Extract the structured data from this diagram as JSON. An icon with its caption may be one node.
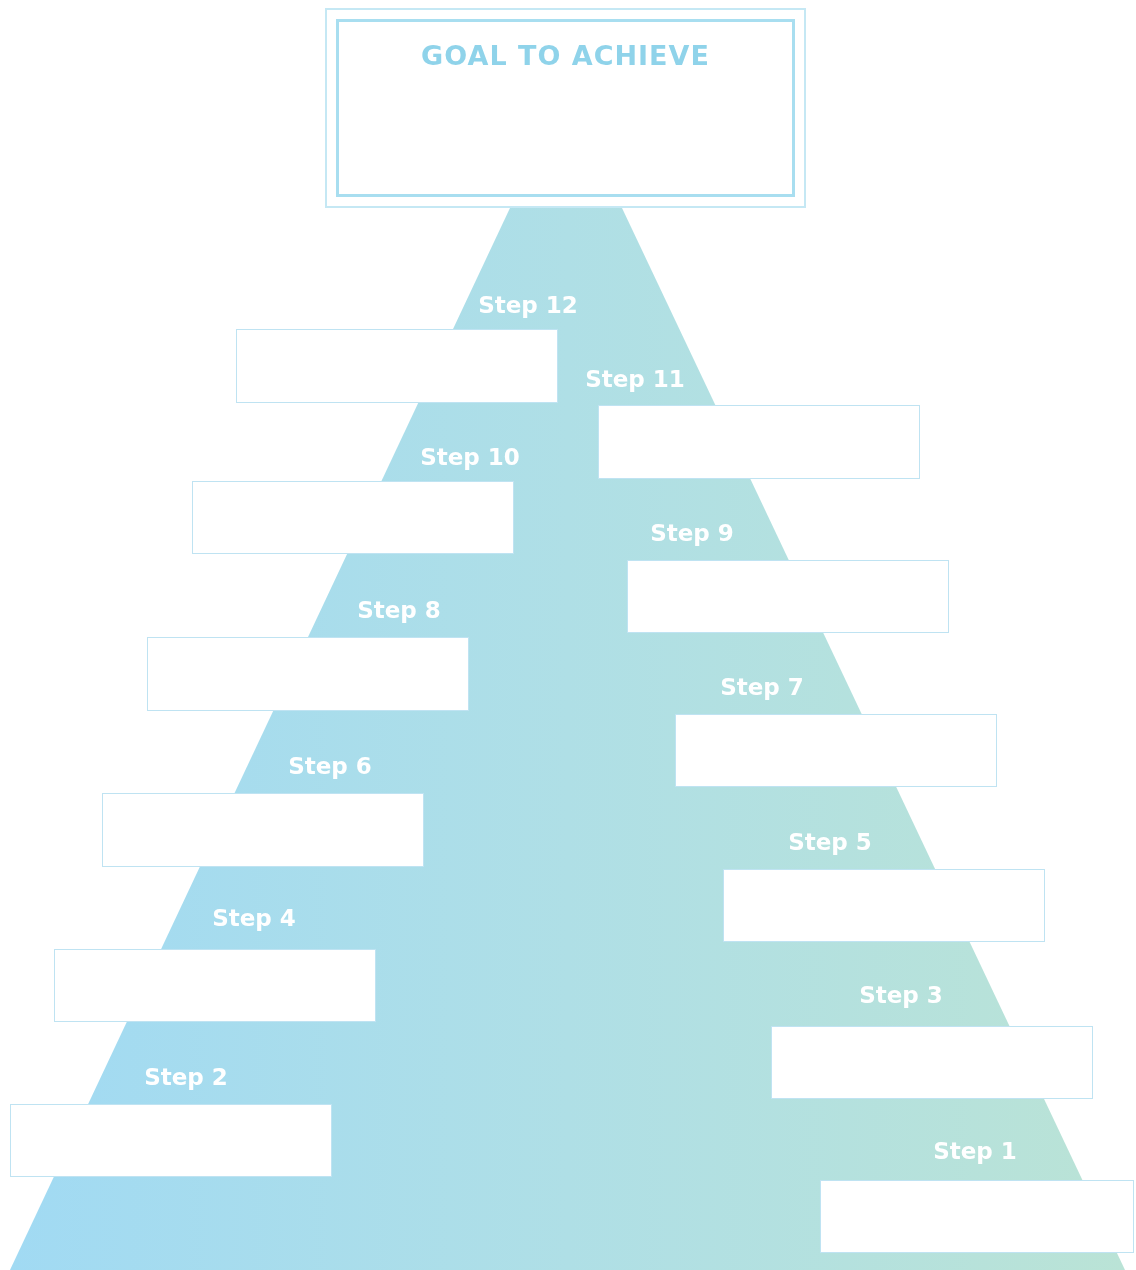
{
  "diagram": {
    "nodes": [
      {
        "text": [
          "GOAL TO ACHIEVE"
        ]
      },
      {
        "text": [],
        "shape": "box",
        "beside": [
          "Step 12"
        ]
      },
      {
        "text": [],
        "shape": "box",
        "beside": [
          "Step 11"
        ]
      },
      {
        "text": [],
        "shape": "box",
        "beside": [
          "Step 10"
        ]
      },
      {
        "text": [],
        "shape": "box",
        "beside": [
          "Step 9"
        ]
      },
      {
        "text": [],
        "shape": "box",
        "beside": [
          "Step 8"
        ]
      },
      {
        "text": [],
        "shape": "box",
        "beside": [
          "Step 7"
        ]
      },
      {
        "text": [],
        "shape": "box",
        "beside": [
          "Step 6"
        ]
      },
      {
        "text": [],
        "shape": "box",
        "beside": [
          "Step 5"
        ]
      },
      {
        "text": [],
        "shape": "box",
        "beside": [
          "Step 4"
        ]
      },
      {
        "text": [],
        "shape": "box",
        "beside": [
          "Step 3"
        ]
      },
      {
        "text": [],
        "shape": "box",
        "beside": [
          "Step 2"
        ]
      },
      {
        "text": [],
        "shape": "box",
        "beside": [
          "Step 1"
        ]
      }
    ],
    "edges": []
  }
}
